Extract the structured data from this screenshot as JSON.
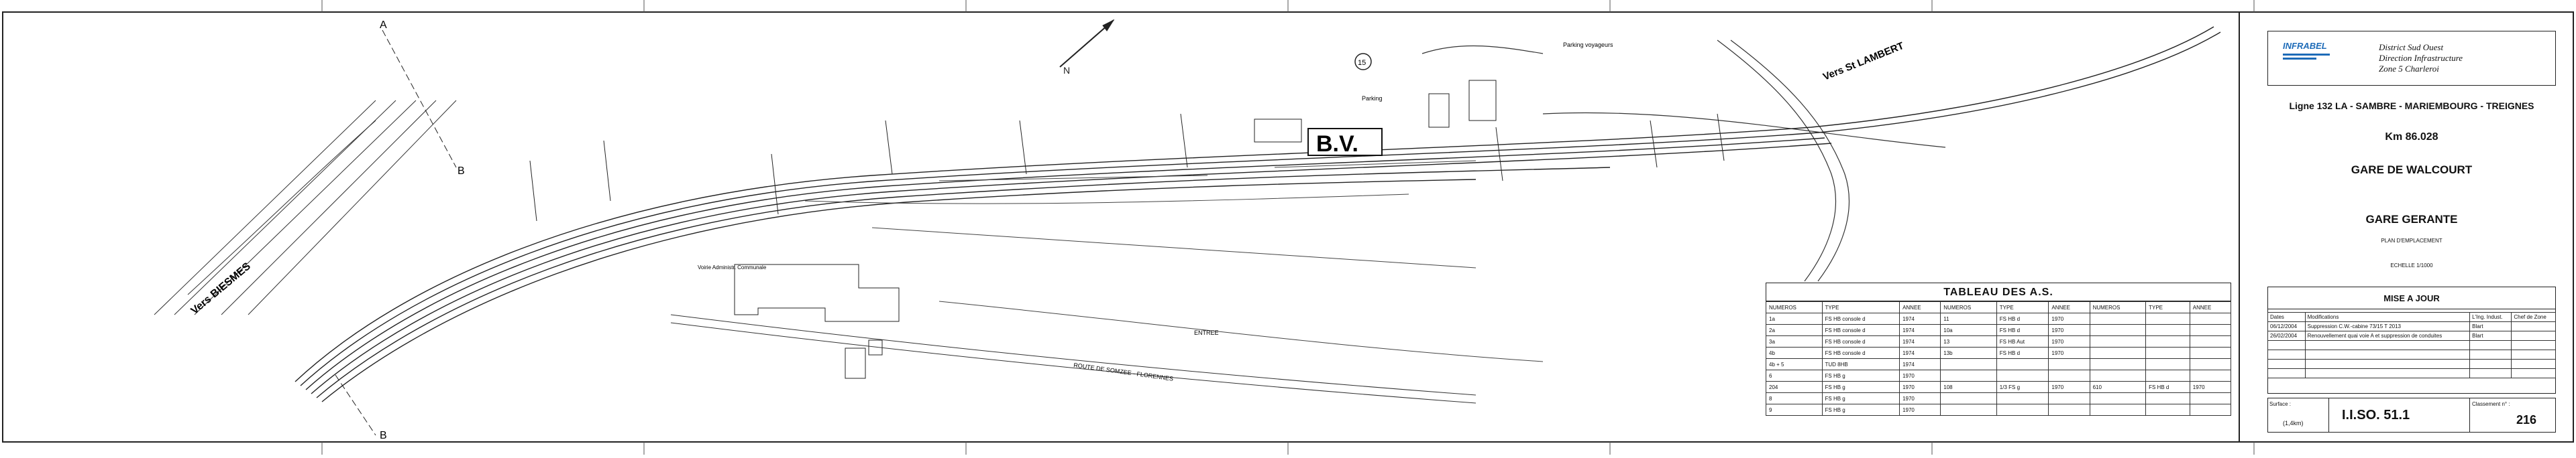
{
  "plan": {
    "labels": {
      "vers_biesmes": "Vers BIESMES",
      "vers_st_lambert": "Vers St LAMBERT",
      "bv": "B.V.",
      "entree": "ENTREE",
      "route_somzee": "ROUTE DE SOMZEE - FLORENNES",
      "parking": "Parking",
      "parking_voyageurs": "Parking voyageurs",
      "voirie": "Voirie Administr. Communale",
      "section_a": "A",
      "section_b": "B",
      "signal_number": "15",
      "north": "N"
    }
  },
  "as_table": {
    "title": "TABLEAU DES A.S.",
    "headers": [
      "NUMEROS",
      "TYPE",
      "ANNEE",
      "NUMEROS",
      "TYPE",
      "ANNEE",
      "NUMEROS",
      "TYPE",
      "ANNEE"
    ],
    "rows": [
      [
        "1a",
        "FS HB   console  d",
        "1974",
        "11",
        "FS HB   d",
        "1970",
        "",
        "",
        ""
      ],
      [
        "2a",
        "FS HB   console  d",
        "1974",
        "10a",
        "FS HB   d",
        "1970",
        "",
        "",
        ""
      ],
      [
        "3a",
        "FS HB   console  d",
        "1974",
        "13",
        "FS HB   Aut",
        "1970",
        "",
        "",
        ""
      ],
      [
        "4b",
        "FS HB   console  d",
        "1974",
        "13b",
        "FS HB   d",
        "1970",
        "",
        "",
        ""
      ],
      [
        "4b + 5",
        "TUD 8HB",
        "1974",
        "",
        "",
        "",
        "",
        "",
        ""
      ],
      [
        "6",
        "FS HB   g",
        "1970",
        "",
        "",
        "",
        "",
        "",
        ""
      ],
      [
        "204",
        "FS HB   g",
        "1970",
        "108",
        "1/3 FS   g",
        "1970",
        "610",
        "FS HB   d",
        "1970"
      ],
      [
        "8",
        "FS HB   g",
        "1970",
        "",
        "",
        "",
        "",
        "",
        ""
      ],
      [
        "9",
        "FS HB   g",
        "1970",
        "",
        "",
        "",
        "",
        "",
        ""
      ]
    ]
  },
  "title_block": {
    "logo": "INFRABEL",
    "district": "District Sud Ouest",
    "direction": "Direction Infrastructure",
    "zone": "Zone 5 Charleroi",
    "ligne": "Ligne 132  LA - SAMBRE - MARIEMBOURG - TREIGNES",
    "km": "Km 86.028",
    "gare": "GARE DE WALCOURT",
    "gare_gerante": "GARE GERANTE",
    "plan_label": "PLAN D'EMPLACEMENT",
    "echelle": "ECHELLE 1/1000",
    "mise_a_jour": "MISE A JOUR",
    "mod_headers": [
      "Dates",
      "Modifications",
      "L'Ing. Indust.",
      "Chef de Zone"
    ],
    "mod_rows": [
      [
        "06/12/2004",
        "Suppression C.W.-cabine 73/15 T 2013",
        "Blart",
        ""
      ],
      [
        "26/02/2004",
        "Renouvellement quai voie A et suppression de conduites",
        "Blart",
        ""
      ]
    ],
    "surface_label": "Surface :",
    "surface_value": "(1,4km)",
    "drawing_no": "I.I.SO. 51.1",
    "classement_label": "Classement n° :",
    "classement_value": "216"
  }
}
